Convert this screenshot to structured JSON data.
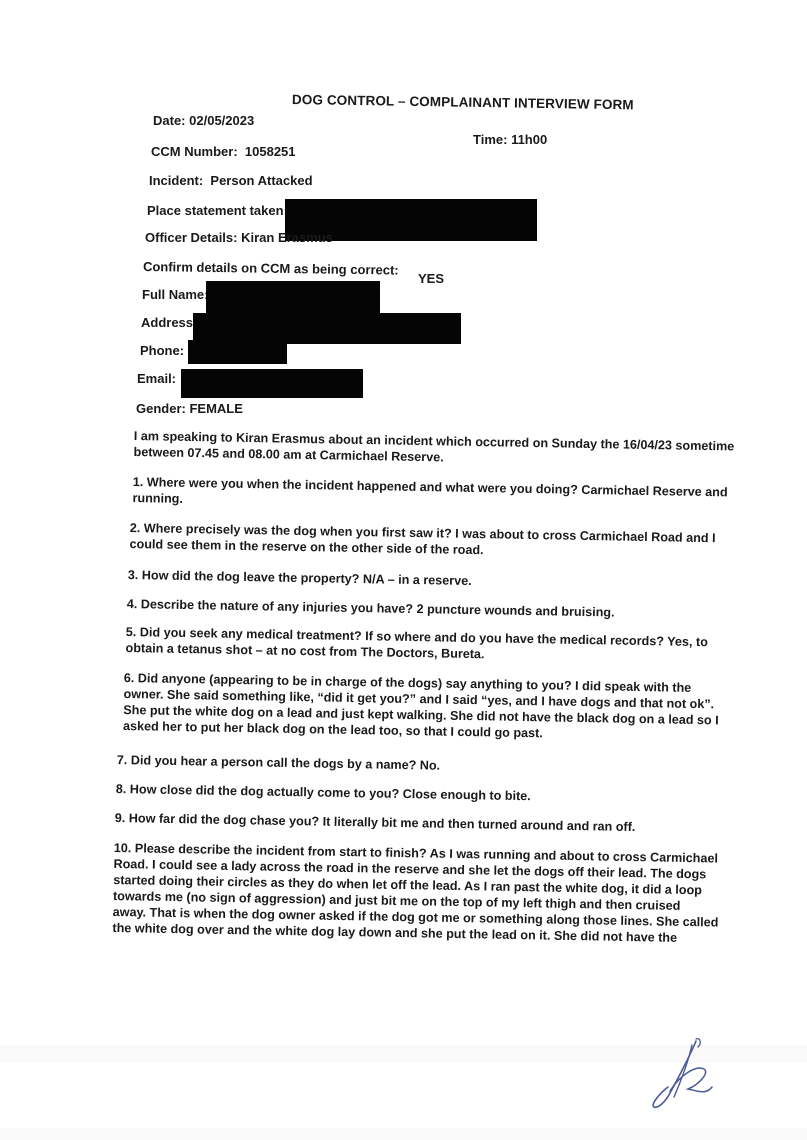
{
  "form": {
    "title": "DOG CONTROL – COMPLAINANT INTERVIEW FORM",
    "date_label": "Date:",
    "date_value": "02/05/2023",
    "time_label": "Time:",
    "time_value": "11h00",
    "ccm_label": "CCM Number:",
    "ccm_value": "1058251",
    "incident_label": "Incident:",
    "incident_value": "Person Attacked",
    "place_label": "Place statement taken:",
    "officer_label": "Officer Details:",
    "officer_value": "Kiran Erasmus",
    "confirm_label": "Confirm details on CCM as being correct:",
    "confirm_value": "YES",
    "fullname_label": "Full Name:",
    "address_label": "Address",
    "phone_label": "Phone:",
    "email_label": "Email:",
    "gender_label": "Gender:",
    "gender_value": "FEMALE"
  },
  "intro": [
    "I am speaking to Kiran Erasmus about an incident which occurred on Sunday the 16/04/23 sometime",
    "between 07.45 and 08.00 am at Carmichael Reserve."
  ],
  "questions": [
    {
      "lines": [
        "1. Where were you when the incident happened and what were you doing? Carmichael Reserve and",
        "running."
      ]
    },
    {
      "lines": [
        "2. Where precisely was the dog when you first saw it? I was about to cross Carmichael Road and I",
        "could see them in the reserve on the other side of the road."
      ]
    },
    {
      "lines": [
        "3. How did the dog leave the property? N/A – in a reserve."
      ]
    },
    {
      "lines": [
        "4. Describe the nature of any injuries you have? 2 puncture wounds and bruising."
      ]
    },
    {
      "lines": [
        "5. Did you seek any medical treatment? If so where and do you have the medical records? Yes, to",
        "obtain a tetanus shot – at no cost from The Doctors, Bureta."
      ]
    },
    {
      "lines": [
        "6. Did anyone (appearing to be in charge of the dogs) say anything to you?  I did speak with the",
        "owner. She said something like, “did it get you?” and I said “yes, and I have dogs and that not ok”.",
        "She put the white dog on a lead and just kept walking. She did not have the black dog on a lead so I",
        "asked her to put her black dog on the lead too, so that I could go past."
      ]
    },
    {
      "lines": [
        "7. Did you hear a person call the dogs by a name? No."
      ]
    },
    {
      "lines": [
        "8. How close did the dog actually come to you?  Close enough to bite."
      ]
    },
    {
      "lines": [
        "9. How far did the dog chase you?  It literally bit me and then turned around and ran off."
      ]
    },
    {
      "lines": [
        "10. Please describe the incident from start to finish?  As I was running and about to cross Carmichael",
        "Road. I could see a lady across the road in the reserve and she let the dogs off their lead. The dogs",
        "started doing their circles as they do when let off the lead. As I ran past the white dog, it did a loop",
        "towards me (no sign of aggression) and just bit me on the top of my left thigh and then cruised",
        "away. That is when the dog owner asked if the dog got me or something along those lines. She called",
        "the white dog over and the white dog lay down and she put the lead on it. She did not have the"
      ]
    }
  ]
}
